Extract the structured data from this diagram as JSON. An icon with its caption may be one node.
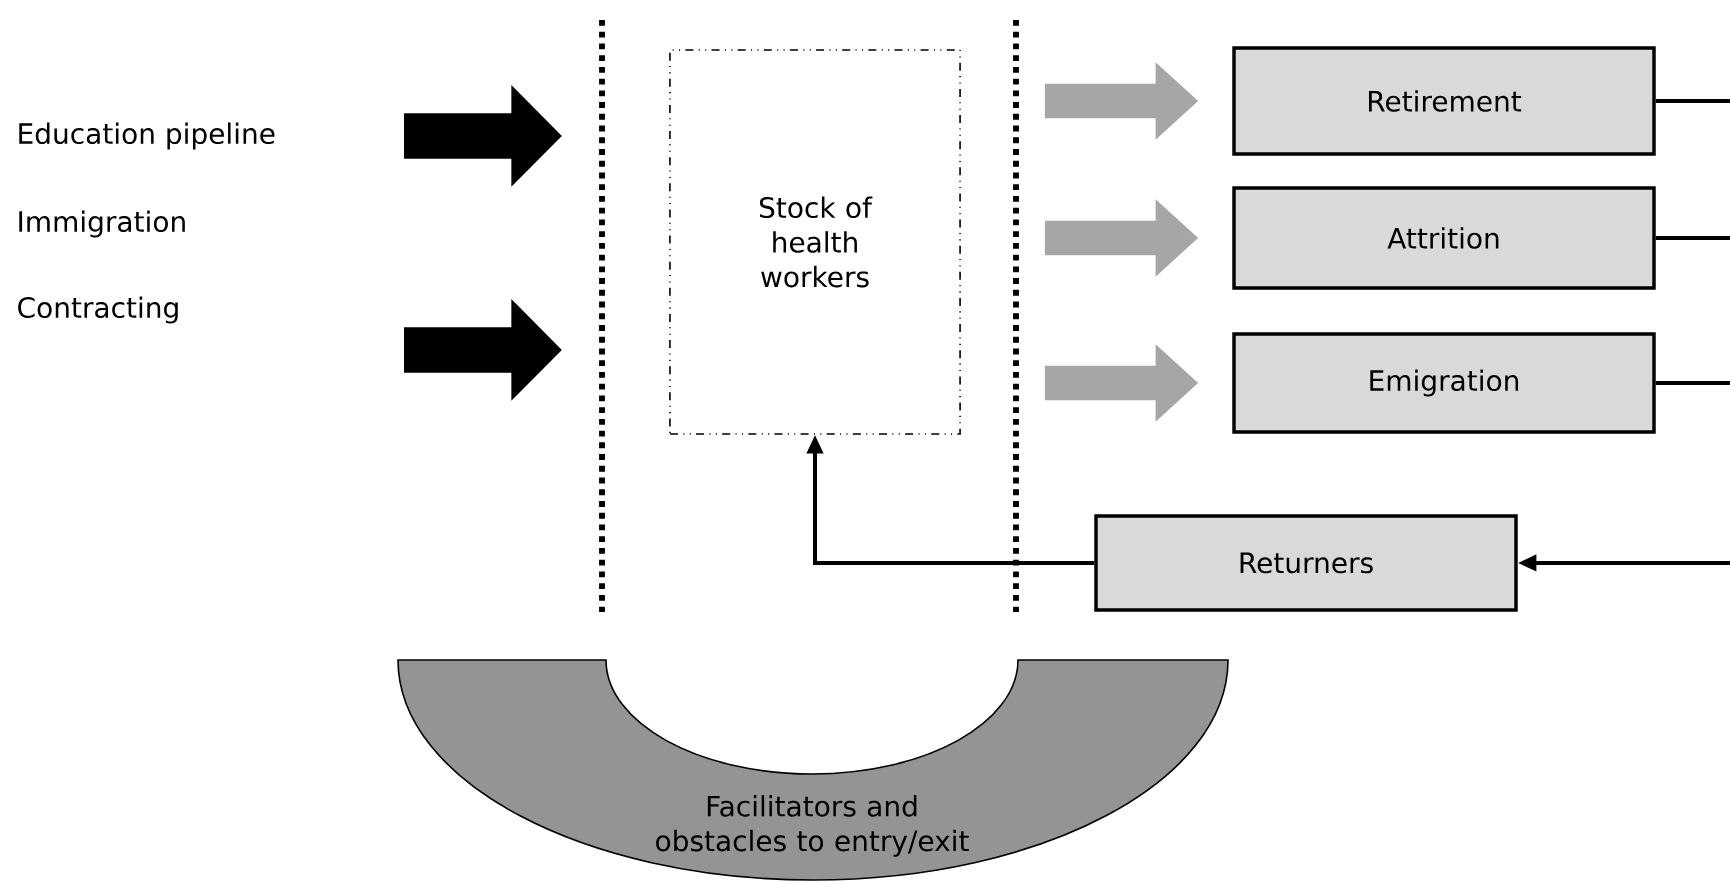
{
  "diagram": {
    "nodes": [
      {
        "text": [
          "Education pipeline"
        ]
      },
      {
        "text": [
          "Immigration"
        ]
      },
      {
        "text": [
          "Contracting"
        ]
      },
      {
        "text": [
          "Stock of health workers"
        ]
      },
      {
        "text": [
          "Retirement"
        ]
      },
      {
        "text": [
          "Attrition"
        ]
      },
      {
        "text": [
          "Emigration"
        ]
      },
      {
        "text": [
          "Returners"
        ]
      },
      {
        "text": [
          "Facilitators and obstacles to entry/exit"
        ]
      }
    ],
    "edges": [
      {
        "from": 3,
        "to": 4,
        "arrow": "to",
        "style": "thick",
        "color": "#a6a6a6"
      },
      {
        "from": 3,
        "to": 5,
        "arrow": "to",
        "style": "thick",
        "color": "#a6a6a6"
      },
      {
        "from": 3,
        "to": 6,
        "arrow": "to",
        "style": "thick",
        "color": "#a6a6a6"
      },
      {
        "from": 4,
        "to": null,
        "arrow": "none"
      },
      {
        "from": 5,
        "to": null,
        "arrow": "none"
      },
      {
        "from": 6,
        "to": null,
        "arrow": "none"
      },
      {
        "from": null,
        "to": 7,
        "arrow": "to"
      },
      {
        "from": 7,
        "to": 3,
        "arrow": "to"
      }
    ]
  }
}
